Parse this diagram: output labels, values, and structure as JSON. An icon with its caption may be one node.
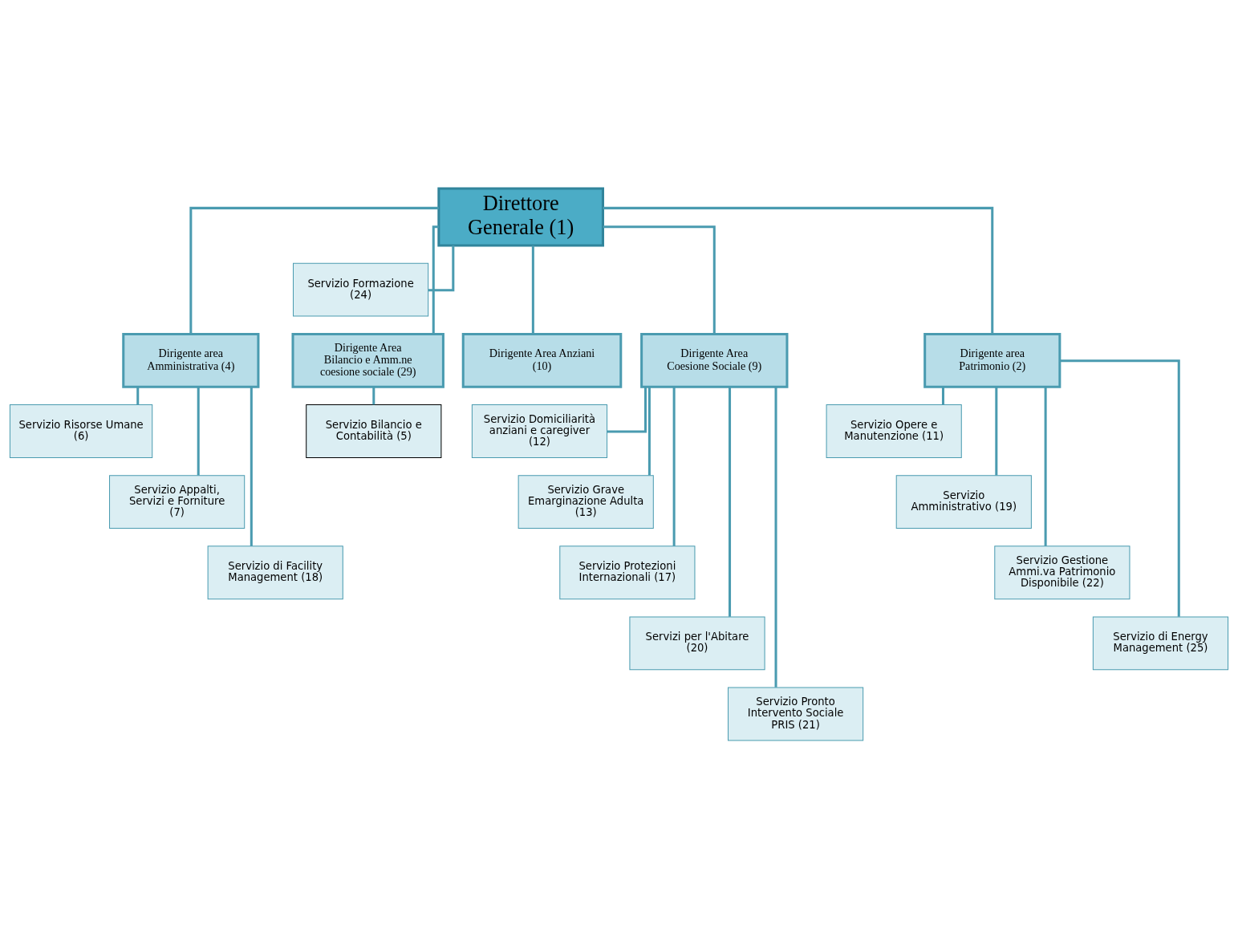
{
  "diagram": {
    "nodes": [
      {
        "text": [
          "Direttore Generale (1)"
        ]
      },
      {
        "text": [
          "Servizio Formazione (24)"
        ]
      },
      {
        "text": [
          "Dirigente area Amministrativa (4)"
        ]
      },
      {
        "text": [
          "Dirigente Area Bilancio e Amm.ne coesione sociale (29)"
        ]
      },
      {
        "text": [
          "Dirigente Area Anziani (10)"
        ]
      },
      {
        "text": [
          "Dirigente Area Coesione Sociale (9)"
        ]
      },
      {
        "text": [
          "Dirigente area Patrimonio (2)"
        ]
      },
      {
        "text": [
          "Servizio Risorse Umane (6)"
        ]
      },
      {
        "text": [
          "Servizio Appalti, Servizi e Forniture (7)"
        ]
      },
      {
        "text": [
          "Servizio di Facility Management (18)"
        ]
      },
      {
        "text": [
          "Servizio Bilancio e Contabilità (5)"
        ]
      },
      {
        "text": [
          "Servizio Domiciliarità anziani e caregiver (12)"
        ]
      },
      {
        "text": [
          "Servizio Grave Emarginazione Adulta (13)"
        ]
      },
      {
        "text": [
          "Servizio Protezioni Internazionali (17)"
        ]
      },
      {
        "text": [
          "Servizi per l'Abitare (20)"
        ]
      },
      {
        "text": [
          "Servizio Pronto Intervento Sociale PRIS (21)"
        ]
      },
      {
        "text": [
          "Servizio Opere e Manutenzione (11)"
        ]
      },
      {
        "text": [
          "Servizio Amministrativo (19)"
        ]
      },
      {
        "text": [
          "Servizio Gestione Ammi.va Patrimonio Disponibile (22)"
        ]
      },
      {
        "text": [
          "Servizio di Energy Management (25)"
        ]
      }
    ],
    "edges": [
      {
        "from": 0,
        "to": 1,
        "arrow": "none"
      },
      {
        "from": 0,
        "to": 2,
        "arrow": "none"
      },
      {
        "from": 0,
        "to": 3,
        "arrow": "none"
      },
      {
        "from": 0,
        "to": 4,
        "arrow": "none"
      },
      {
        "from": 0,
        "to": 5,
        "arrow": "none"
      },
      {
        "from": 0,
        "to": 6,
        "arrow": "none"
      },
      {
        "from": 2,
        "to": 7,
        "arrow": "none"
      },
      {
        "from": 2,
        "to": 8,
        "arrow": "none"
      },
      {
        "from": 2,
        "to": 9,
        "arrow": "none"
      },
      {
        "from": 3,
        "to": 10,
        "arrow": "none"
      },
      {
        "from": 5,
        "to": 11,
        "arrow": "none"
      },
      {
        "from": 5,
        "to": 12,
        "arrow": "none"
      },
      {
        "from": 5,
        "to": 13,
        "arrow": "none"
      },
      {
        "from": 5,
        "to": 14,
        "arrow": "none"
      },
      {
        "from": 5,
        "to": 15,
        "arrow": "none"
      },
      {
        "from": 6,
        "to": 16,
        "arrow": "none"
      },
      {
        "from": 6,
        "to": 17,
        "arrow": "none"
      },
      {
        "from": 6,
        "to": 18,
        "arrow": "none"
      },
      {
        "from": 6,
        "to": 19,
        "arrow": "none"
      }
    ]
  }
}
